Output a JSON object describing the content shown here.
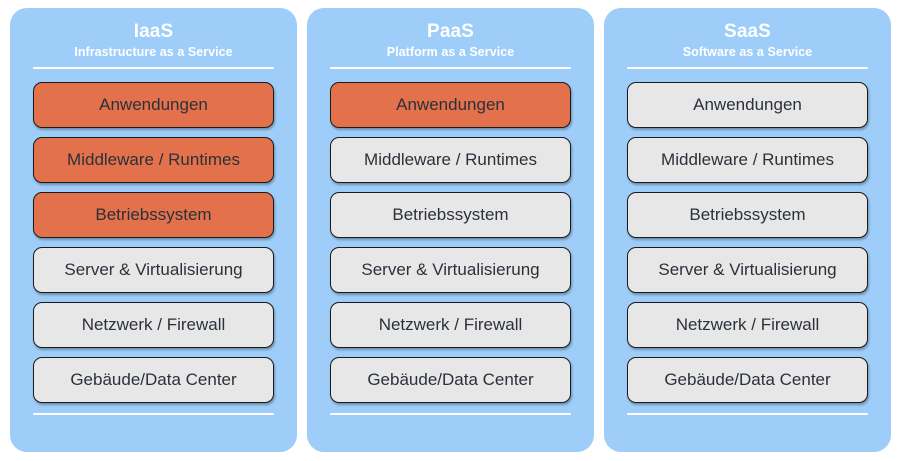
{
  "page": {
    "background_color": "#ffffff",
    "panel_color": "#9dcdf8",
    "layer_default_color": "#e7e7e7",
    "layer_managed_color": "#e2714c",
    "layer_border_color": "#1b1b1b",
    "layer_text_color": "#2b313a",
    "header_text_color": "#ffffff"
  },
  "columns": [
    {
      "id": "iaas",
      "title": "IaaS",
      "subtitle": "Infrastructure as a Service",
      "layers": [
        {
          "label": "Anwendungen",
          "managed": true
        },
        {
          "label": "Middleware / Runtimes",
          "managed": true
        },
        {
          "label": "Betriebssystem",
          "managed": true
        },
        {
          "label": "Server & Virtualisierung",
          "managed": false
        },
        {
          "label": "Netzwerk / Firewall",
          "managed": false
        },
        {
          "label": "Gebäude/Data Center",
          "managed": false
        }
      ]
    },
    {
      "id": "paas",
      "title": "PaaS",
      "subtitle": "Platform as a Service",
      "layers": [
        {
          "label": "Anwendungen",
          "managed": true
        },
        {
          "label": "Middleware / Runtimes",
          "managed": false
        },
        {
          "label": "Betriebssystem",
          "managed": false
        },
        {
          "label": "Server & Virtualisierung",
          "managed": false
        },
        {
          "label": "Netzwerk / Firewall",
          "managed": false
        },
        {
          "label": "Gebäude/Data Center",
          "managed": false
        }
      ]
    },
    {
      "id": "saas",
      "title": "SaaS",
      "subtitle": "Software as a Service",
      "layers": [
        {
          "label": "Anwendungen",
          "managed": false
        },
        {
          "label": "Middleware / Runtimes",
          "managed": false
        },
        {
          "label": "Betriebssystem",
          "managed": false
        },
        {
          "label": "Server & Virtualisierung",
          "managed": false
        },
        {
          "label": "Netzwerk / Firewall",
          "managed": false
        },
        {
          "label": "Gebäude/Data Center",
          "managed": false
        }
      ]
    }
  ]
}
